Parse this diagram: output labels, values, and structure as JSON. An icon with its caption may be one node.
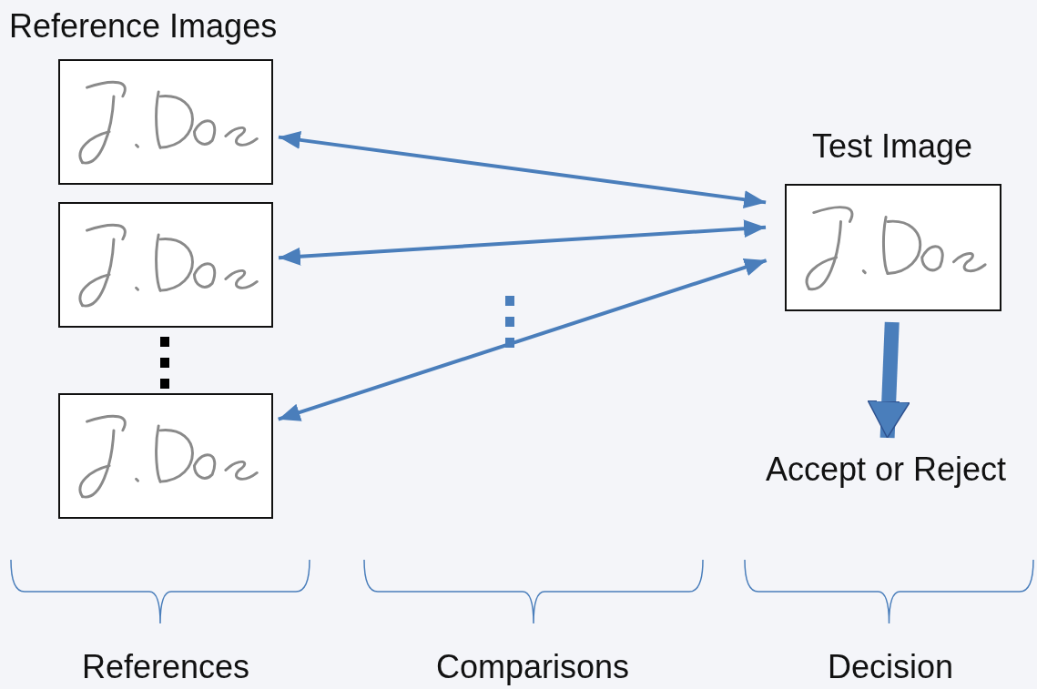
{
  "diagram": {
    "nodes": [
      {
        "text": [],
        "shape": "picture"
      },
      {
        "text": [],
        "shape": "picture"
      },
      {
        "text": [],
        "shape": "picture"
      },
      {
        "text": [
          "Test Image"
        ]
      },
      {
        "text": [
          "Accept or Reject"
        ]
      }
    ],
    "edges": [
      {
        "from": 0,
        "to": 3,
        "arrow": "both"
      },
      {
        "from": 1,
        "to": 3,
        "arrow": "both"
      },
      {
        "from": 2,
        "to": 3,
        "arrow": "both"
      },
      {
        "from": 3,
        "to": 4,
        "arrow": "to",
        "style": "thick"
      }
    ],
    "labels": [
      "Reference Images",
      "References",
      "Comparisons",
      "Decision"
    ]
  }
}
